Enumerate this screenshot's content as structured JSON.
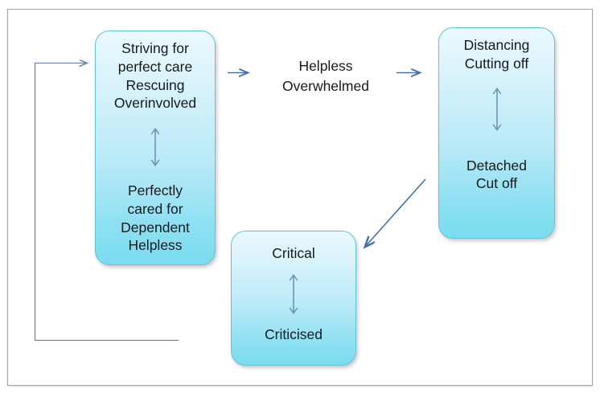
{
  "diagram": {
    "title": "Care-Distance-Criticism cycle diagram",
    "colors": {
      "node_border": "#5ec4d8",
      "node_fill_top": "#eaf9fe",
      "node_fill_bottom": "#7adcf0",
      "arrow_blue": "#4472a8",
      "inner_arrow": "#6b8bb5",
      "frame_border": "#a6a6a6",
      "text": "#17181a"
    },
    "nodes": [
      {
        "id": "striving",
        "name": "striving-node",
        "top_text": "Striving for\nperfect care\nRescuing\nOverinvolved",
        "bottom_text": "Perfectly\ncared for\nDependent\nHelpless",
        "has_inner_double_arrow": true
      },
      {
        "id": "distancing",
        "name": "distancing-node",
        "top_text": "Distancing\nCutting off",
        "bottom_text": "Detached\nCut off",
        "has_inner_double_arrow": true
      },
      {
        "id": "critical",
        "name": "critical-node",
        "top_text": "Critical",
        "bottom_text": "Criticised",
        "has_inner_double_arrow": true
      }
    ],
    "floating_text": [
      {
        "id": "helpless-overwhelmed",
        "name": "helpless-overwhelmed-label",
        "text": "Helpless\nOverwhelmed"
      }
    ],
    "connectors": [
      {
        "id": "arrow-striving-to-helpless",
        "name": "arrow-striving-to-helpless",
        "kind": "arrow-right"
      },
      {
        "id": "arrow-helpless-to-distancing",
        "name": "arrow-helpless-to-distancing",
        "kind": "arrow-right"
      },
      {
        "id": "arrow-distancing-to-critical",
        "name": "arrow-distancing-to-critical",
        "kind": "arrow-diagonal-down-left"
      },
      {
        "id": "arrow-feedback-loop",
        "name": "arrow-feedback-loop",
        "kind": "elbow-loop-back-to-striving"
      }
    ]
  }
}
